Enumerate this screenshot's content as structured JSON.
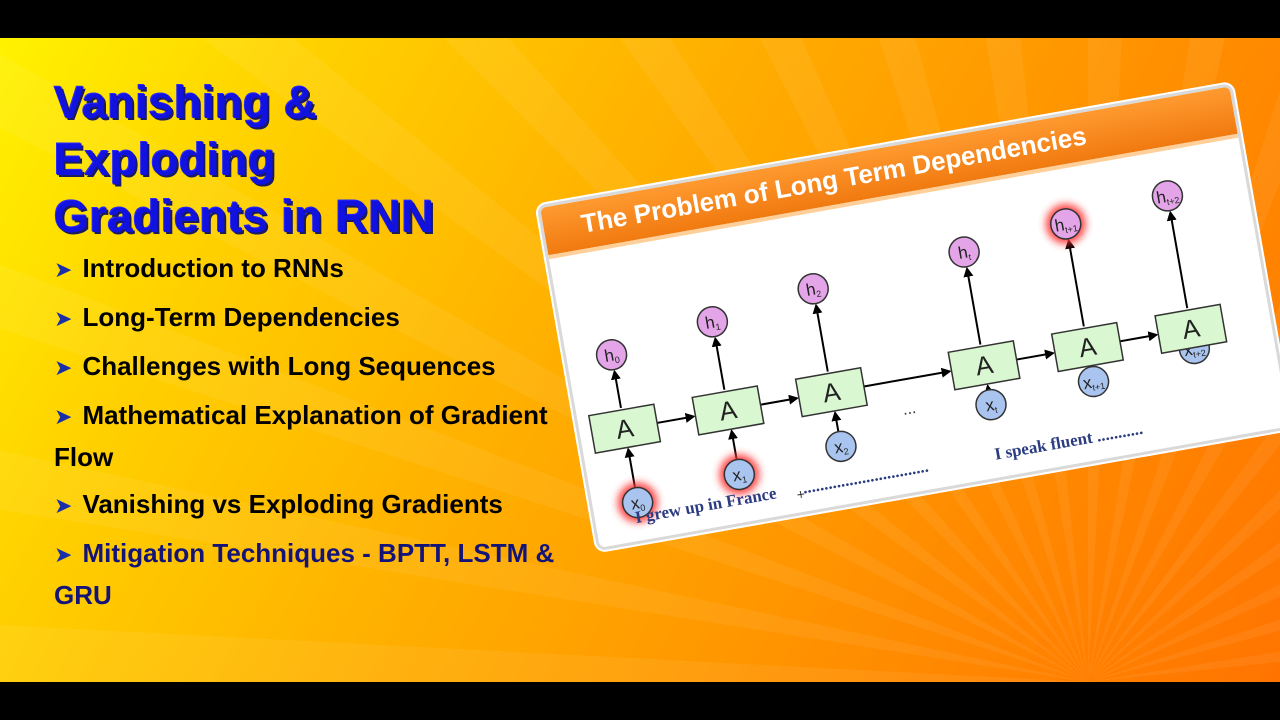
{
  "title": {
    "line1": "Vanishing &",
    "line2": "Exploding",
    "line3": "Gradients in RNN"
  },
  "bullet_marker": "➤",
  "bullets": [
    "Introduction to RNNs",
    "Long-Term Dependencies",
    "Challenges with Long Sequences",
    "Mathematical Explanation of Gradient Flow",
    "Vanishing vs Exploding Gradients",
    "Mitigation Techniques - BPTT, LSTM & GRU"
  ],
  "card": {
    "title": "The Problem of Long Term Dependencies",
    "cell_label": "A",
    "ellipsis": "...",
    "sentence_start": "I grew up in France",
    "sentence_dots": "..............................",
    "sentence_end": "I speak fluent ...........",
    "inputs": [
      {
        "base": "x",
        "sub": "0"
      },
      {
        "base": "x",
        "sub": "1"
      },
      {
        "base": "x",
        "sub": "2"
      },
      {
        "base": "x",
        "sub": "t"
      },
      {
        "base": "x",
        "sub": "t+1"
      },
      {
        "base": "x",
        "sub": "t+2"
      }
    ],
    "outputs": [
      {
        "base": "h",
        "sub": "0"
      },
      {
        "base": "h",
        "sub": "1"
      },
      {
        "base": "h",
        "sub": "2"
      },
      {
        "base": "h",
        "sub": "t"
      },
      {
        "base": "h",
        "sub": "t+1"
      },
      {
        "base": "h",
        "sub": "t+2"
      }
    ]
  },
  "colors": {
    "title_blue": "#1111e0",
    "cell_fill": "#d9f7d0",
    "input_fill": "#a9c4ee",
    "output_fill": "#e3a5e8",
    "glow": "#ff3030",
    "header_orange": "#f58220"
  }
}
